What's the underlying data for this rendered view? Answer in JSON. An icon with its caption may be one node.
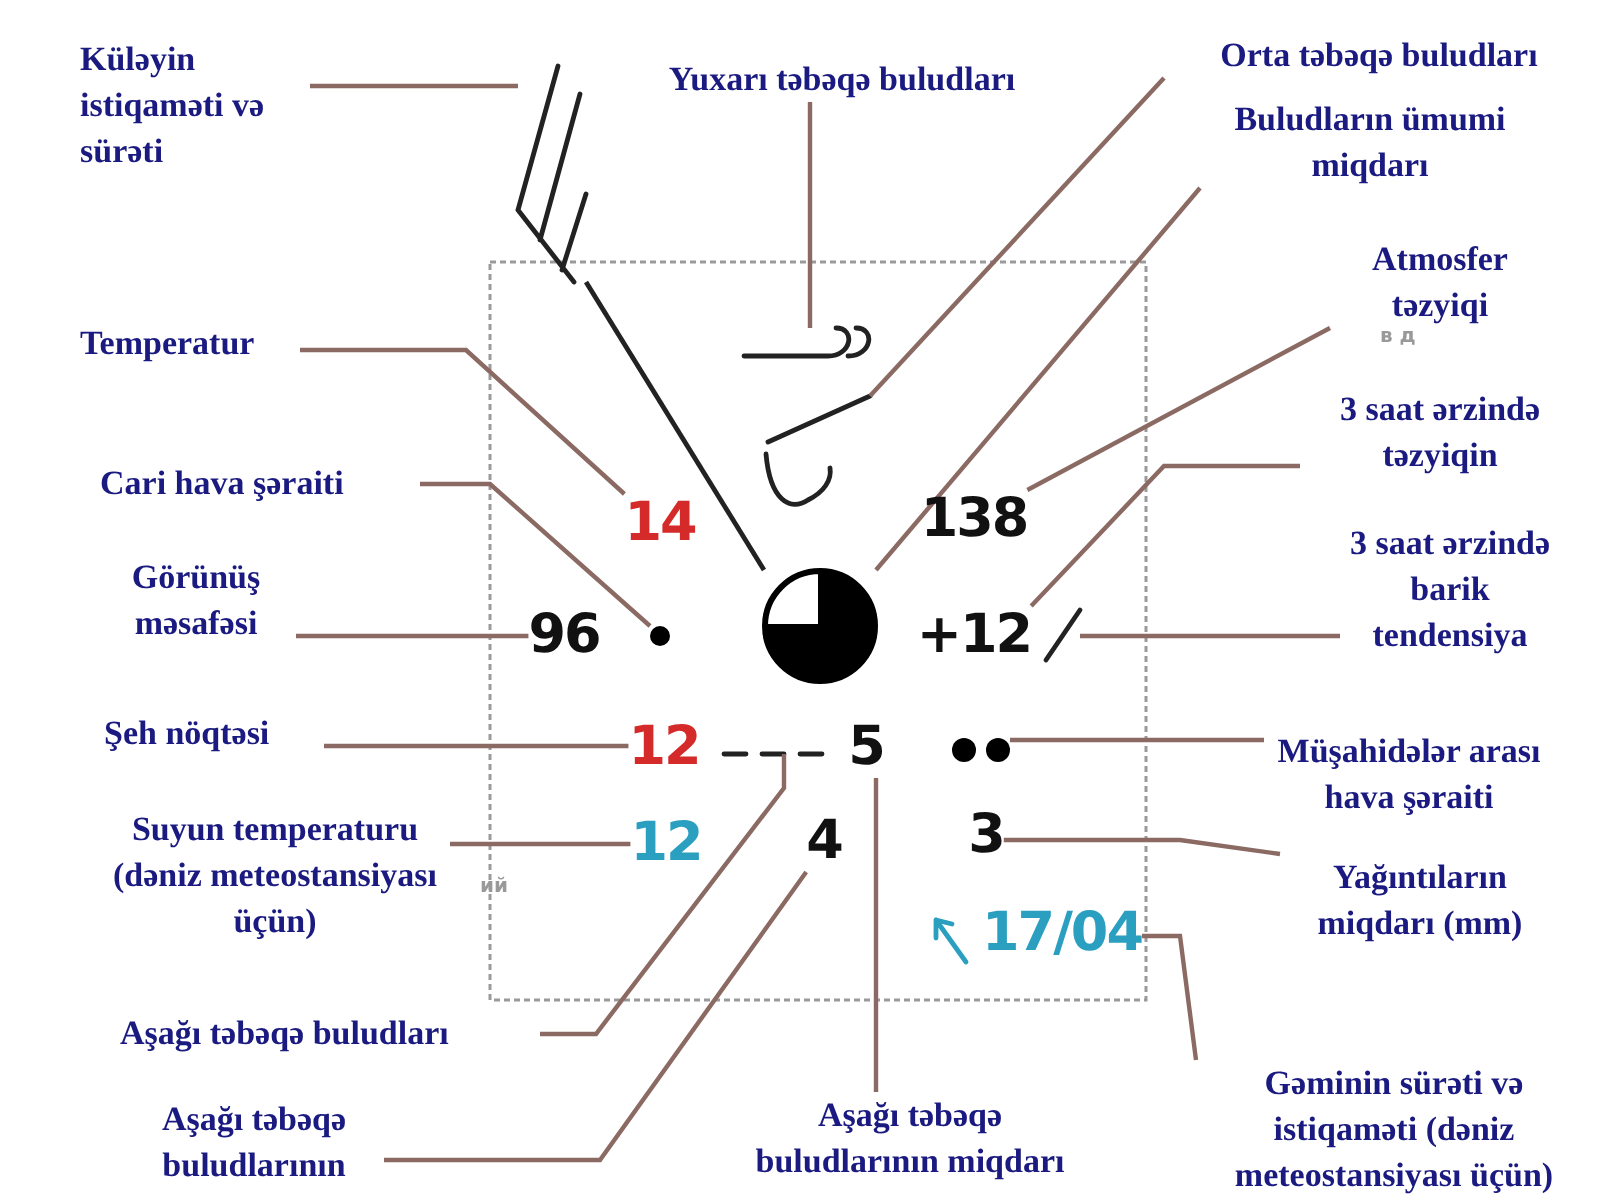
{
  "diagram": {
    "nodes": [
      {
        "text": [
          "Küləyin istiqaməti və sürəti"
        ]
      },
      {
        "text": [
          "Yuxarı təbəqə buludları"
        ]
      },
      {
        "text": [
          "Orta təbəqə buludları"
        ]
      },
      {
        "text": [
          "Buludların ümumi miqdarı"
        ]
      },
      {
        "text": [
          "Atmosfer təzyiqi"
        ]
      },
      {
        "text": [
          "3 saat ərzində təzyiqin"
        ]
      },
      {
        "text": [
          "3 saat ərzində barik tendensiya"
        ]
      },
      {
        "text": [
          "Temperatur"
        ]
      },
      {
        "text": [
          "Cari hava şəraiti"
        ]
      },
      {
        "text": [
          "Görünüş məsafəsi"
        ]
      },
      {
        "text": [
          "Şeh nöqtəsi"
        ]
      },
      {
        "text": [
          "Suyun temperaturu (dəniz meteostansiyası üçün)"
        ]
      },
      {
        "text": [
          "Aşağı təbəqə buludları"
        ]
      },
      {
        "text": [
          "Aşağı təbəqə buludlarının"
        ]
      },
      {
        "text": [
          "Aşağı təbəqə buludlarının miqdarı"
        ]
      },
      {
        "text": [
          "Müşahidələr arası hava şəraiti"
        ]
      },
      {
        "text": [
          "Yağıntıların miqdarı (mm)"
        ]
      },
      {
        "text": [
          "Gəminin sürəti və istiqaməti (dəniz meteostansiyası üçün)"
        ]
      },
      {
        "text": [],
        "shape": "picture"
      },
      {
        "text": [],
        "shape": "picture"
      },
      {
        "text": [],
        "shape": "picture"
      },
      {
        "text": [],
        "shape": "circle"
      },
      {
        "text": [
          "138"
        ]
      },
      {
        "text": [
          "+12"
        ]
      },
      {
        "text": [],
        "shape": "picture"
      },
      {
        "text": [
          "14"
        ]
      },
      {
        "text": [],
        "shape": "circle"
      },
      {
        "text": [
          "96"
        ]
      },
      {
        "text": [
          "12"
        ]
      },
      {
        "text": [
          "12"
        ]
      },
      {
        "text": [],
        "shape": "picture"
      },
      {
        "text": [
          "4"
        ]
      },
      {
        "text": [
          "5"
        ]
      },
      {
        "text": [],
        "shape": "picture"
      },
      {
        "text": [
          "3"
        ]
      },
      {
        "text": [
          "17/04"
        ]
      }
    ],
    "edges": [
      {
        "from": 0,
        "to": 18,
        "arrow": "none"
      },
      {
        "from": 1,
        "to": 19,
        "arrow": "none"
      },
      {
        "from": 2,
        "to": 20,
        "arrow": "none"
      },
      {
        "from": 3,
        "to": 21,
        "arrow": "none"
      },
      {
        "from": 4,
        "to": 22,
        "arrow": "none"
      },
      {
        "from": 5,
        "to": 23,
        "arrow": "none"
      },
      {
        "from": 6,
        "to": 24,
        "arrow": "none"
      },
      {
        "from": 7,
        "to": 25,
        "arrow": "none"
      },
      {
        "from": 8,
        "to": 26,
        "arrow": "none"
      },
      {
        "from": 9,
        "to": 27,
        "arrow": "none"
      },
      {
        "from": 10,
        "to": 28,
        "arrow": "none"
      },
      {
        "from": 11,
        "to": 29,
        "arrow": "none"
      },
      {
        "from": 12,
        "to": 30,
        "arrow": "none"
      },
      {
        "from": 13,
        "to": 31,
        "arrow": "none"
      },
      {
        "from": 14,
        "to": 32,
        "arrow": "none"
      },
      {
        "from": 15,
        "to": 33,
        "arrow": "none"
      },
      {
        "from": 16,
        "to": 34,
        "arrow": "none"
      },
      {
        "from": 17,
        "to": 35,
        "arrow": "none"
      },
      {
        "from": 18,
        "to": 21,
        "arrow": "none",
        "color": "#222222"
      }
    ],
    "labels": [
      "в д",
      "ий"
    ]
  }
}
